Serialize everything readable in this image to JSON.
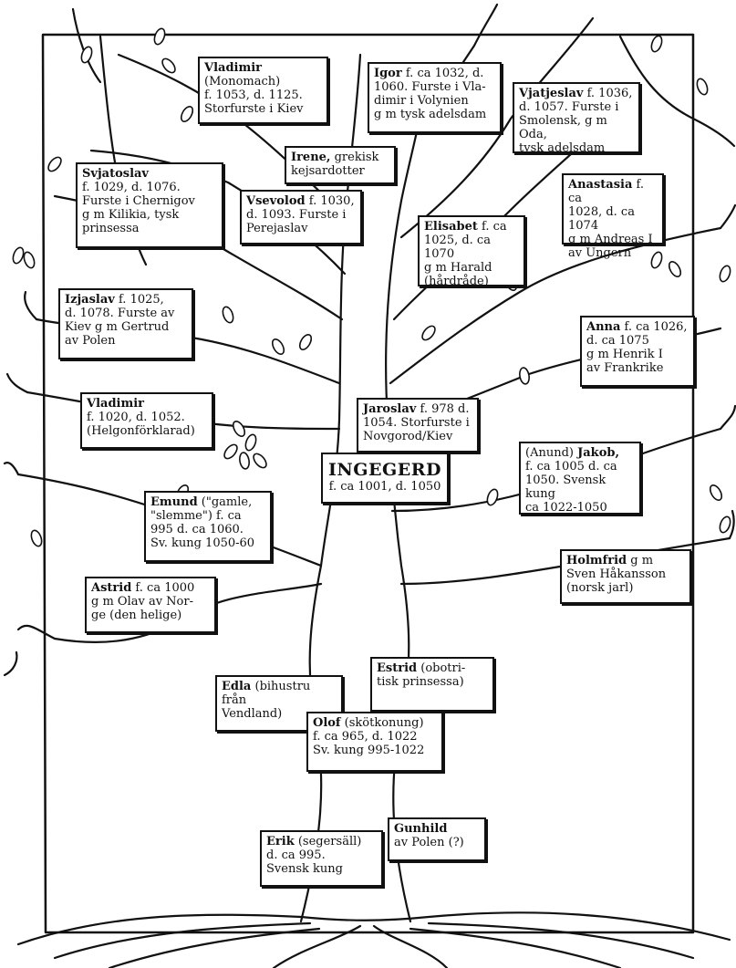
{
  "colors": {
    "ink": "#111111",
    "paper": "#ffffff"
  },
  "persons": {
    "vladimir_monomach": {
      "name": "Vladimir",
      "detail": "(Monomach)\nf. 1053, d. 1125.\nStorfurste i Kiev"
    },
    "igor": {
      "name": "Igor",
      "detail": " f. ca 1032, d.\n1060. Furste i Vla-\ndimir i Volynien\ng m tysk adelsdam"
    },
    "vjatjeslav": {
      "name": "Vjatjeslav",
      "detail": " f. 1036,\nd. 1057. Furste i\nSmolensk, g m Oda,\ntysk adelsdam"
    },
    "irene": {
      "name": "Irene,",
      "detail": " grekisk\nkejsardotter"
    },
    "svjatoslav": {
      "name": "Svjatoslav",
      "detail": "\nf. 1029, d. 1076.\nFurste i Chernigov\ng m Kilikia, tysk\nprinsessa"
    },
    "vsevolod": {
      "name": "Vsevolod",
      "detail": " f. 1030,\nd. 1093. Furste i\nPerejaslav"
    },
    "anastasia": {
      "name": "Anastasia",
      "detail": " f. ca\n1028, d. ca 1074\ng m Andreas I\nav Ungern"
    },
    "elisabet": {
      "name": "Elisabet",
      "detail": " f. ca\n1025, d. ca 1070\ng m Harald\n(hårdråde)"
    },
    "izjaslav": {
      "name": "Izjaslav",
      "detail": " f. 1025,\nd. 1078. Furste av\nKiev g m Gertrud\nav Polen"
    },
    "anna": {
      "name": "Anna",
      "detail": " f. ca 1026,\nd. ca 1075\ng m Henrik I\nav Frankrike"
    },
    "vladimir_helgon": {
      "name": "Vladimir",
      "detail": "\nf. 1020, d. 1052.\n(Helgonförklarad)"
    },
    "jaroslav": {
      "name": "Jaroslav",
      "detail": " f. 978 d.\n1054. Storfurste i\nNovgorod/Kiev"
    },
    "ingegerd": {
      "name": "INGEGERD",
      "detail": "f. ca 1001, d. 1050"
    },
    "jakob": {
      "prefix": "(Anund) ",
      "name": "Jakob,",
      "detail": "\nf. ca 1005 d. ca\n1050. Svensk kung\nca 1022-1050"
    },
    "emund": {
      "name": "Emund",
      "detail": " (\"gamle,\n\"slemme\") f. ca\n995 d. ca 1060.\nSv. kung 1050-60"
    },
    "holmfrid": {
      "name": "Holmfrid",
      "detail": " g m\nSven Håkansson\n(norsk jarl)"
    },
    "astrid": {
      "name": "Astrid",
      "detail": " f. ca 1000\ng m Olav av Nor-\nge (den helige)"
    },
    "edla": {
      "name": "Edla",
      "detail": " (bihustru\nfrån\nVendland)"
    },
    "estrid": {
      "name": "Estrid",
      "detail": " (obotri-\ntisk prinsessa)"
    },
    "olof": {
      "name": "Olof",
      "detail": " (skötkonung)\nf. ca 965, d. 1022\nSv. kung 995-1022"
    },
    "erik": {
      "name": "Erik",
      "detail": " (segersäll)\nd. ca 995.\nSvensk kung"
    },
    "gunhild": {
      "name": "Gunhild",
      "detail": "\nav Polen (?)"
    }
  }
}
